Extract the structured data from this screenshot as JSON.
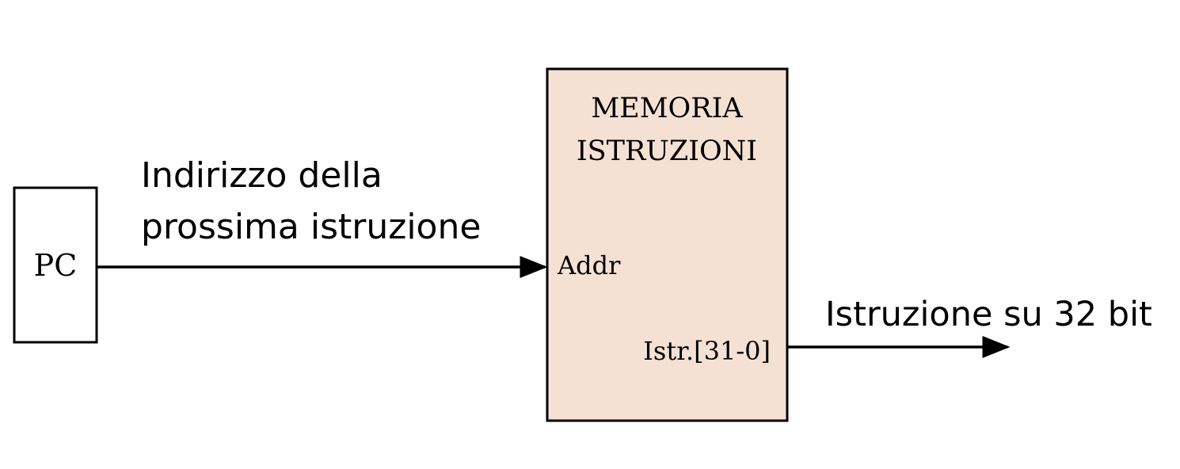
{
  "pc": {
    "label": "PC"
  },
  "memory": {
    "title_line1": "MEMORIA",
    "title_line2": "ISTRUZIONI",
    "input_port": "Addr",
    "output_port": "Istr.[31-0]",
    "fill_color": "#f5e1d3"
  },
  "address_wire": {
    "label_line1": "Indirizzo della",
    "label_line2": "prossima istruzione"
  },
  "instruction_wire": {
    "label": "Istruzione su 32 bit"
  },
  "colors": {
    "stroke": "#000000",
    "background": "#ffffff"
  }
}
